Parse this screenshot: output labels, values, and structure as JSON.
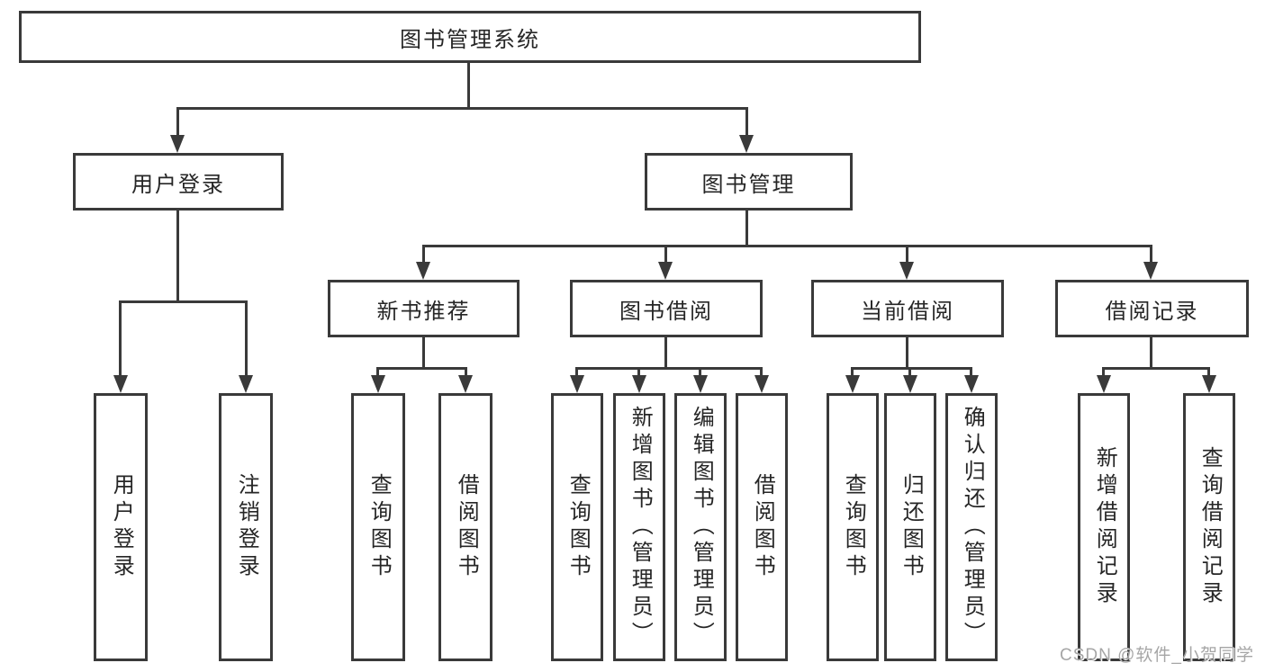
{
  "tree": {
    "root": {
      "label": "图书管理系统"
    },
    "branches": [
      {
        "label": "用户登录",
        "children": [
          {
            "label": "用户登录"
          },
          {
            "label": "注销登录"
          }
        ]
      },
      {
        "label": "图书管理",
        "children": [
          {
            "label": "新书推荐",
            "children": [
              {
                "label": "查询图书"
              },
              {
                "label": "借阅图书"
              }
            ]
          },
          {
            "label": "图书借阅",
            "children": [
              {
                "label": "查询图书"
              },
              {
                "label": "新增图书（管理员）"
              },
              {
                "label": "编辑图书（管理员）"
              },
              {
                "label": "借阅图书"
              }
            ]
          },
          {
            "label": "当前借阅",
            "children": [
              {
                "label": "查询图书"
              },
              {
                "label": "归还图书"
              },
              {
                "label": "确认归还（管理员）"
              }
            ]
          },
          {
            "label": "借阅记录",
            "children": [
              {
                "label": "新增借阅记录"
              },
              {
                "label": "查询借阅记录"
              }
            ]
          }
        ]
      }
    ]
  },
  "watermark": {
    "text": "CSDN @软件_小贺同学"
  },
  "colors": {
    "line": "#3a3a3a",
    "text": "#262626",
    "watermark": "#a6a6a6",
    "background": "#ffffff"
  }
}
